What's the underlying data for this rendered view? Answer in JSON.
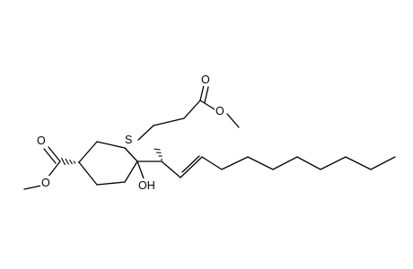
{
  "molecule": {
    "atoms": {
      "sulfur": "S",
      "ester_top_carbonyl_oxygen": "O",
      "ester_top_ether_oxygen": "O",
      "ester_left_carbonyl_oxygen": "O",
      "ester_left_ether_oxygen": "O",
      "hydroxyl": "OH"
    },
    "colors": {
      "bond": "#000000",
      "background": "#ffffff"
    }
  }
}
